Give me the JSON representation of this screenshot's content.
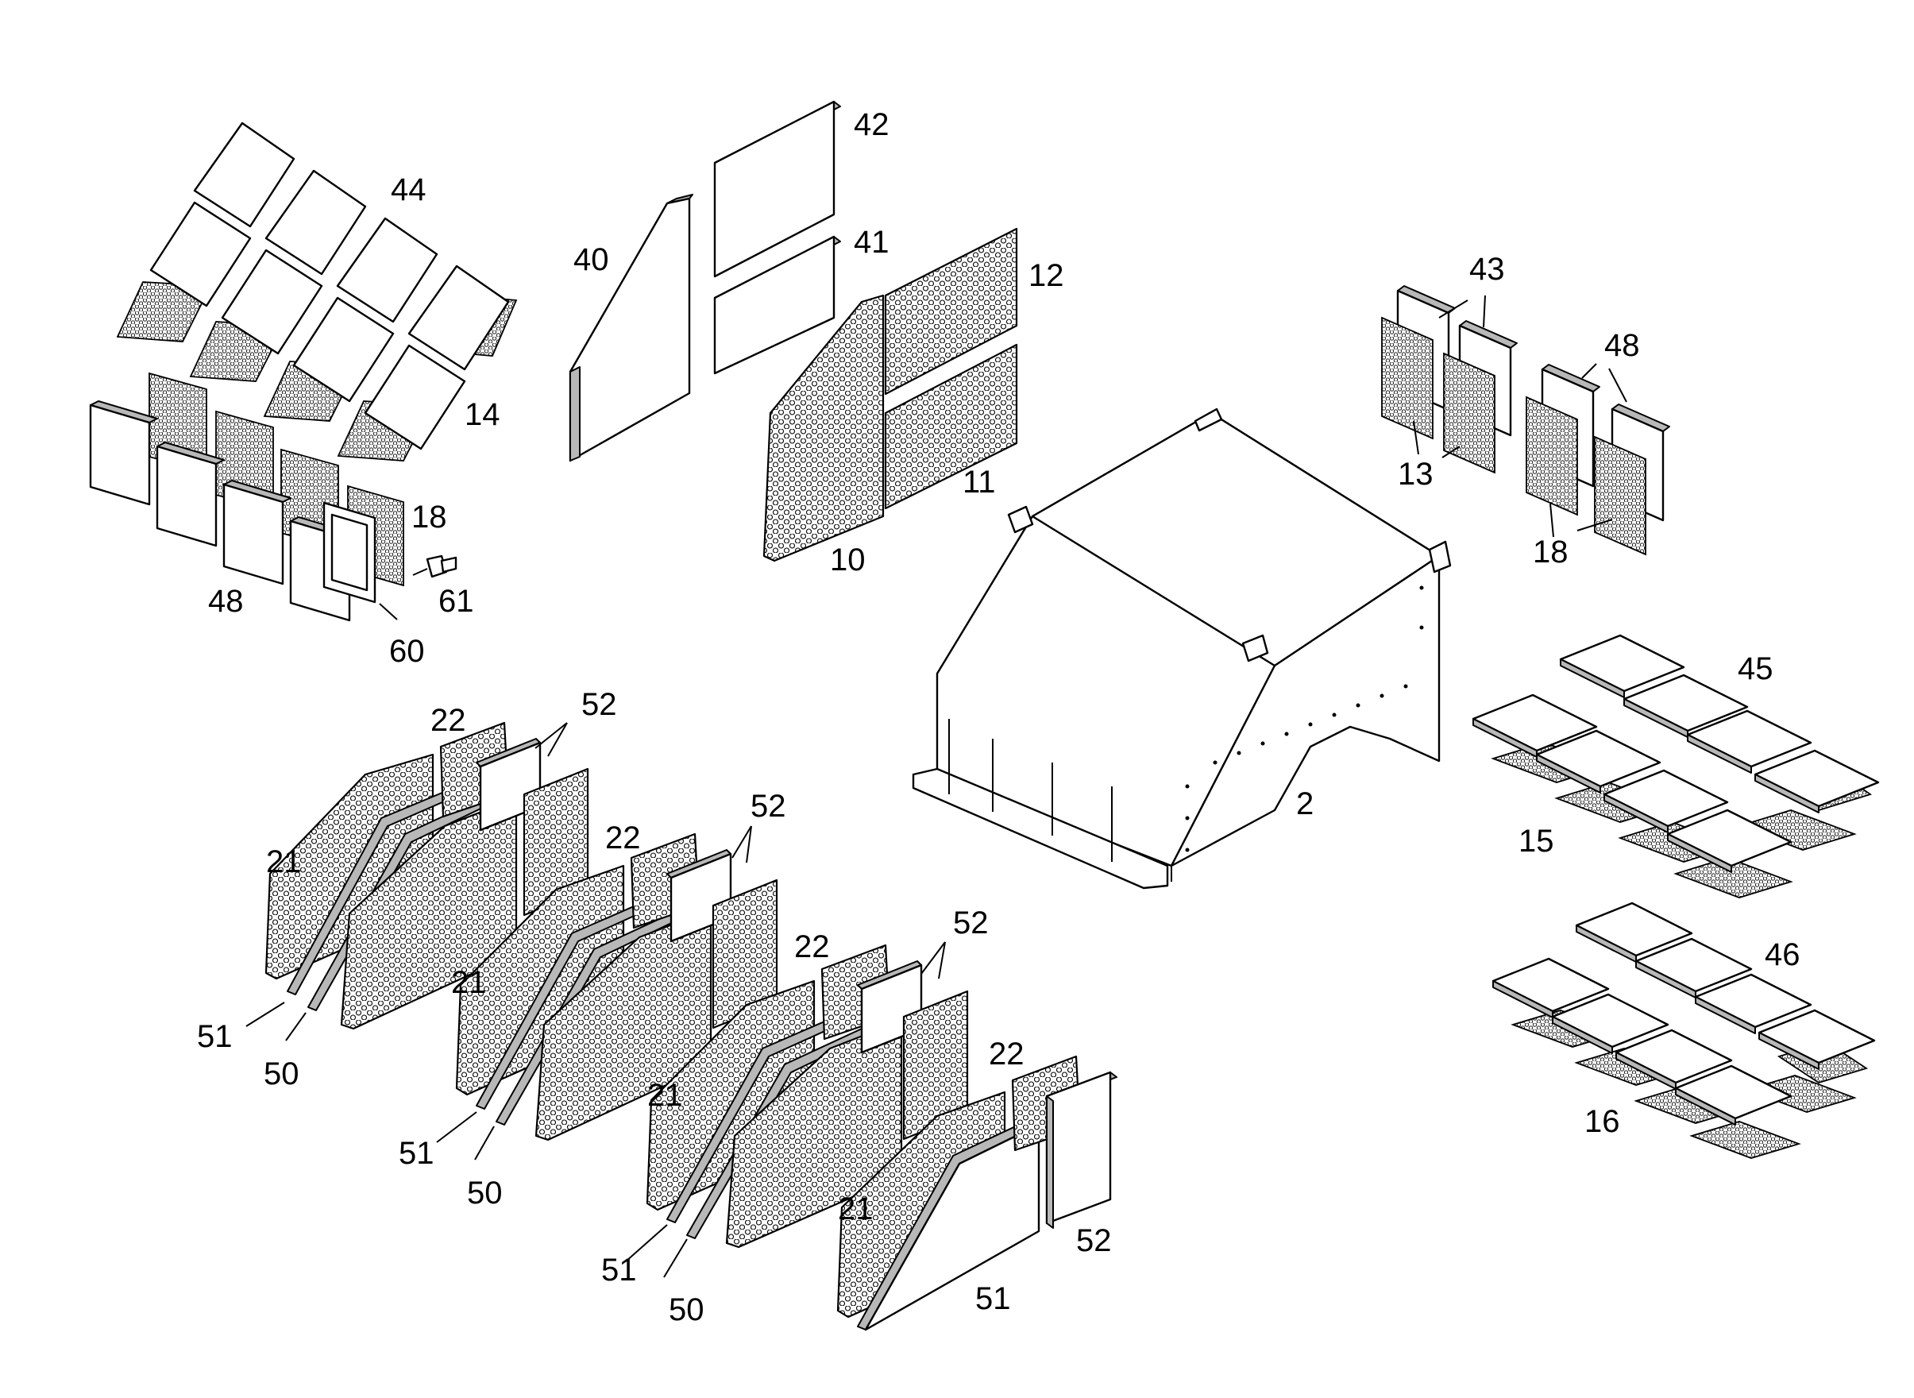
{
  "figure": {
    "callouts": [
      {
        "id": "c44",
        "text": "44"
      },
      {
        "id": "c14",
        "text": "14"
      },
      {
        "id": "c18a",
        "text": "18"
      },
      {
        "id": "c61",
        "text": "61"
      },
      {
        "id": "c48a",
        "text": "48"
      },
      {
        "id": "c60",
        "text": "60"
      },
      {
        "id": "c40",
        "text": "40"
      },
      {
        "id": "c42",
        "text": "42"
      },
      {
        "id": "c41",
        "text": "41"
      },
      {
        "id": "c12",
        "text": "12"
      },
      {
        "id": "c11",
        "text": "11"
      },
      {
        "id": "c10",
        "text": "10"
      },
      {
        "id": "c43",
        "text": "43"
      },
      {
        "id": "c13",
        "text": "13"
      },
      {
        "id": "c48b",
        "text": "48"
      },
      {
        "id": "c18b",
        "text": "18"
      },
      {
        "id": "c2",
        "text": "2"
      },
      {
        "id": "c45",
        "text": "45"
      },
      {
        "id": "c15",
        "text": "15"
      },
      {
        "id": "c46",
        "text": "46"
      },
      {
        "id": "c16",
        "text": "16"
      },
      {
        "id": "c22a",
        "text": "22"
      },
      {
        "id": "c52a",
        "text": "52"
      },
      {
        "id": "c21a",
        "text": "21"
      },
      {
        "id": "c21b",
        "text": "21"
      },
      {
        "id": "c51a",
        "text": "51"
      },
      {
        "id": "c50a",
        "text": "50"
      },
      {
        "id": "c22b",
        "text": "22"
      },
      {
        "id": "c52b",
        "text": "52"
      },
      {
        "id": "c51b",
        "text": "51"
      },
      {
        "id": "c50b",
        "text": "50"
      },
      {
        "id": "c22c",
        "text": "22"
      },
      {
        "id": "c52c",
        "text": "52"
      },
      {
        "id": "c21c",
        "text": "21"
      },
      {
        "id": "c21d",
        "text": "21"
      },
      {
        "id": "c51c",
        "text": "51"
      },
      {
        "id": "c50c",
        "text": "50"
      },
      {
        "id": "c22d",
        "text": "22"
      },
      {
        "id": "c52d",
        "text": "52"
      },
      {
        "id": "c51d",
        "text": "51"
      }
    ]
  }
}
